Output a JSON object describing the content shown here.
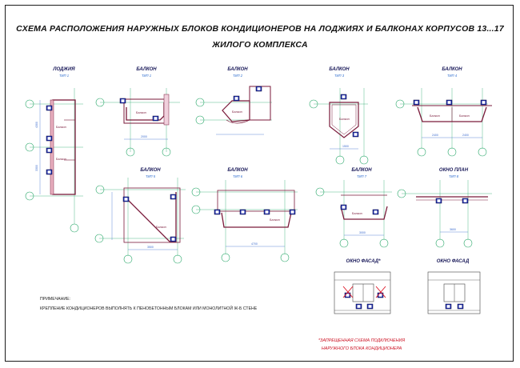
{
  "title": {
    "line1": "СХЕМА РАСПОЛОЖЕНИЯ НАРУЖНЫХ БЛОКОВ КОНДИЦИОНЕРОВ НА ЛОДЖИЯХ И БАЛКОНАХ  КОРПУСОВ 13...17",
    "line2": "ЖИЛОГО КОМПЛЕКСА"
  },
  "plans": [
    {
      "id": "loggia",
      "label": "ЛОДЖИЯ",
      "sub": "ТИП 1"
    },
    {
      "id": "b1",
      "label": "БАЛКОН",
      "sub": "ТИП 1"
    },
    {
      "id": "b2",
      "label": "БАЛКОН",
      "sub": "ТИП 2"
    },
    {
      "id": "b3",
      "label": "БАЛКОН",
      "sub": "ТИП 3"
    },
    {
      "id": "b4",
      "label": "БАЛКОН",
      "sub": "ТИП 4"
    },
    {
      "id": "b5",
      "label": "БАЛКОН",
      "sub": "ТИП 5"
    },
    {
      "id": "b6",
      "label": "БАЛКОН",
      "sub": "ТИП 6"
    },
    {
      "id": "b7",
      "label": "БАЛКОН",
      "sub": "ТИП 7"
    },
    {
      "id": "window_plan",
      "label": "ОКНО ПЛАН",
      "sub": "ТИП 8"
    },
    {
      "id": "window_facade_x",
      "label": "ОКНО ФАСАД*",
      "sub": ""
    },
    {
      "id": "window_facade",
      "label": "ОКНО ФАСАД",
      "sub": ""
    }
  ],
  "room_label": "Балкон",
  "note": {
    "heading": "ПРИМЕЧАНИЕ:",
    "text": "КРЕПЛЕНИЕ КОНДИЦИОНЕРОВ ВЫПОЛНЯТЬ К ПЕНОБЕТОННЫМ БЛОКАМ ИЛИ МОНОЛИТНОЙ Ж-Б СТЕНЕ"
  },
  "warning": {
    "line1": "*ЗАПРЕЩЕННАЯ СХЕМА ПОДКЛЮЧЕНИЯ",
    "line2": "НАРУЖНОГО БЛОКА КОНДИЦИОНЕРА"
  },
  "colors": {
    "wall": "#7a1a3a",
    "unit": "#1a2aa8",
    "axis": "#2aa86a",
    "dim": "#3a6acd",
    "forbid": "#dd1122"
  }
}
